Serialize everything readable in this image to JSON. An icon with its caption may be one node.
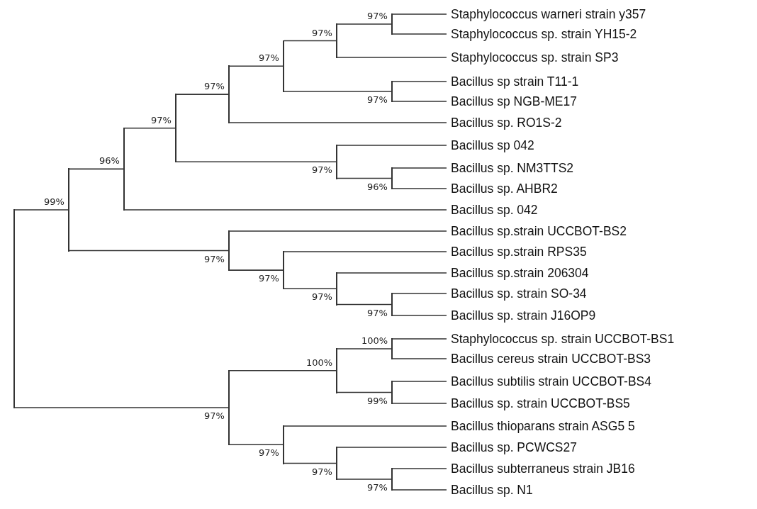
{
  "diagram": {
    "nodes": [
      {
        "text": [],
        "shape": "bar"
      },
      {
        "text": [],
        "shape": "bar",
        "beside": [
          "99%"
        ]
      },
      {
        "text": [],
        "shape": "bar",
        "beside": [
          "96%"
        ]
      },
      {
        "text": [],
        "shape": "bar",
        "beside": [
          "97%"
        ]
      },
      {
        "text": [],
        "shape": "bar",
        "beside": [
          "97%"
        ]
      },
      {
        "text": [],
        "shape": "bar",
        "beside": [
          "97%"
        ]
      },
      {
        "text": [],
        "shape": "bar",
        "beside": [
          "97%"
        ]
      },
      {
        "text": [],
        "shape": "bar",
        "beside": [
          "97%"
        ]
      },
      {
        "text": [
          "Staphylococcus warneri strain y357"
        ]
      },
      {
        "text": [
          "Staphylococcus sp. strain YH15-2"
        ]
      },
      {
        "text": [
          "Staphylococcus sp. strain SP3"
        ]
      },
      {
        "text": [],
        "shape": "bar",
        "beside": [
          "97%"
        ]
      },
      {
        "text": [
          "Bacillus sp strain T11-1"
        ]
      },
      {
        "text": [
          "Bacillus sp NGB-ME17"
        ]
      },
      {
        "text": [
          "Bacillus sp. RO1S-2"
        ]
      },
      {
        "text": [],
        "shape": "bar",
        "beside": [
          "97%"
        ]
      },
      {
        "text": [
          "Bacillus sp 042"
        ]
      },
      {
        "text": [],
        "shape": "bar",
        "beside": [
          "96%"
        ]
      },
      {
        "text": [
          "Bacillus sp. NM3TTS2"
        ]
      },
      {
        "text": [
          "Bacillus sp. AHBR2"
        ]
      },
      {
        "text": [
          "Bacillus sp. 042"
        ]
      },
      {
        "text": [],
        "shape": "bar",
        "beside": [
          "97%"
        ]
      },
      {
        "text": [
          "Bacillus sp.strain UCCBOT-BS2"
        ]
      },
      {
        "text": [],
        "shape": "bar",
        "beside": [
          "97%"
        ]
      },
      {
        "text": [
          "Bacillus sp.strain RPS35"
        ]
      },
      {
        "text": [],
        "shape": "bar",
        "beside": [
          "97%"
        ]
      },
      {
        "text": [
          "Bacillus sp.strain 206304"
        ]
      },
      {
        "text": [],
        "shape": "bar",
        "beside": [
          "97%"
        ]
      },
      {
        "text": [
          "Bacillus sp. strain SO-34"
        ]
      },
      {
        "text": [
          "Bacillus sp. strain J16OP9"
        ]
      },
      {
        "text": [],
        "shape": "bar",
        "beside": [
          "97%"
        ]
      },
      {
        "text": [],
        "shape": "bar",
        "beside": [
          "100%"
        ]
      },
      {
        "text": [],
        "shape": "bar",
        "beside": [
          "100%"
        ]
      },
      {
        "text": [
          "Staphylococcus sp. strain UCCBOT-BS1"
        ]
      },
      {
        "text": [
          "Bacillus cereus strain UCCBOT-BS3"
        ]
      },
      {
        "text": [],
        "shape": "bar",
        "beside": [
          "99%"
        ]
      },
      {
        "text": [
          "Bacillus subtilis strain UCCBOT-BS4"
        ]
      },
      {
        "text": [
          "Bacillus sp. strain UCCBOT-BS5"
        ]
      },
      {
        "text": [],
        "shape": "bar",
        "beside": [
          "97%"
        ]
      },
      {
        "text": [
          "Bacillus thioparans strain ASG5 5"
        ]
      },
      {
        "text": [],
        "shape": "bar",
        "beside": [
          "97%"
        ]
      },
      {
        "text": [
          "Bacillus sp. PCWCS27"
        ]
      },
      {
        "text": [],
        "shape": "bar",
        "beside": [
          "97%"
        ]
      },
      {
        "text": [
          "Bacillus subterraneus strain JB16"
        ]
      },
      {
        "text": [
          "Bacillus sp. N1"
        ]
      }
    ],
    "edges": [
      {
        "from": 0,
        "to": 1,
        "arrow": "none"
      },
      {
        "from": 0,
        "to": 30,
        "arrow": "none"
      },
      {
        "from": 1,
        "to": 2,
        "arrow": "none"
      },
      {
        "from": 1,
        "to": 21,
        "arrow": "none"
      },
      {
        "from": 2,
        "to": 3,
        "arrow": "none"
      },
      {
        "from": 2,
        "to": 20,
        "arrow": "none"
      },
      {
        "from": 3,
        "to": 4,
        "arrow": "none"
      },
      {
        "from": 3,
        "to": 15,
        "arrow": "none"
      },
      {
        "from": 4,
        "to": 5,
        "arrow": "none"
      },
      {
        "from": 4,
        "to": 14,
        "arrow": "none"
      },
      {
        "from": 5,
        "to": 6,
        "arrow": "none"
      },
      {
        "from": 5,
        "to": 11,
        "arrow": "none"
      },
      {
        "from": 6,
        "to": 7,
        "arrow": "none"
      },
      {
        "from": 6,
        "to": 10,
        "arrow": "none"
      },
      {
        "from": 7,
        "to": 8,
        "arrow": "none"
      },
      {
        "from": 7,
        "to": 9,
        "arrow": "none"
      },
      {
        "from": 11,
        "to": 12,
        "arrow": "none"
      },
      {
        "from": 11,
        "to": 13,
        "arrow": "none"
      },
      {
        "from": 15,
        "to": 16,
        "arrow": "none"
      },
      {
        "from": 15,
        "to": 17,
        "arrow": "none"
      },
      {
        "from": 17,
        "to": 18,
        "arrow": "none"
      },
      {
        "from": 17,
        "to": 19,
        "arrow": "none"
      },
      {
        "from": 21,
        "to": 22,
        "arrow": "none"
      },
      {
        "from": 21,
        "to": 23,
        "arrow": "none"
      },
      {
        "from": 23,
        "to": 24,
        "arrow": "none"
      },
      {
        "from": 23,
        "to": 25,
        "arrow": "none"
      },
      {
        "from": 25,
        "to": 26,
        "arrow": "none"
      },
      {
        "from": 25,
        "to": 27,
        "arrow": "none"
      },
      {
        "from": 27,
        "to": 28,
        "arrow": "none"
      },
      {
        "from": 27,
        "to": 29,
        "arrow": "none"
      },
      {
        "from": 30,
        "to": 31,
        "arrow": "none"
      },
      {
        "from": 30,
        "to": 38,
        "arrow": "none"
      },
      {
        "from": 31,
        "to": 32,
        "arrow": "none"
      },
      {
        "from": 31,
        "to": 35,
        "arrow": "none"
      },
      {
        "from": 32,
        "to": 33,
        "arrow": "none"
      },
      {
        "from": 32,
        "to": 34,
        "arrow": "none"
      },
      {
        "from": 35,
        "to": 36,
        "arrow": "none"
      },
      {
        "from": 35,
        "to": 37,
        "arrow": "none"
      },
      {
        "from": 38,
        "to": 39,
        "arrow": "none"
      },
      {
        "from": 38,
        "to": 40,
        "arrow": "none"
      },
      {
        "from": 40,
        "to": 41,
        "arrow": "none"
      },
      {
        "from": 40,
        "to": 42,
        "arrow": "none"
      },
      {
        "from": 42,
        "to": 43,
        "arrow": "none"
      },
      {
        "from": 42,
        "to": 44,
        "arrow": "none"
      }
    ]
  }
}
